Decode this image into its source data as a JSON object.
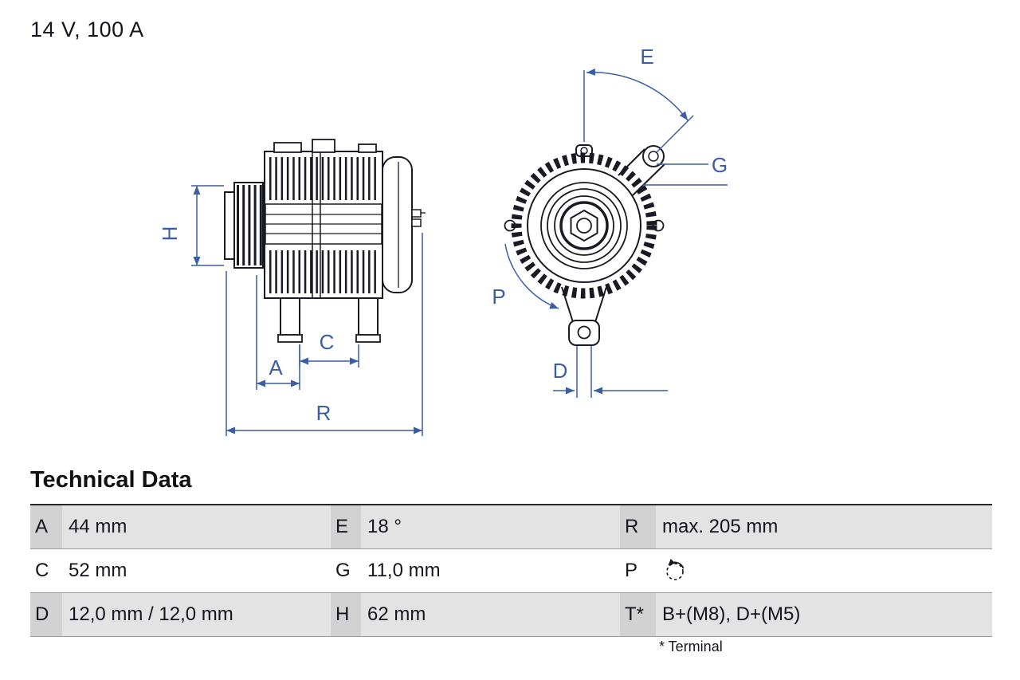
{
  "header": {
    "rating": "14 V, 100 A"
  },
  "drawing": {
    "labels": {
      "H": "H",
      "A": "A",
      "C": "C",
      "R": "R",
      "E": "E",
      "G": "G",
      "P": "P",
      "D": "D"
    }
  },
  "technical_data": {
    "title": "Technical Data",
    "rows": [
      {
        "cells": [
          {
            "key": "A",
            "value": "44 mm"
          },
          {
            "key": "E",
            "value": "18 °"
          },
          {
            "key": "R",
            "value": "max. 205 mm"
          }
        ]
      },
      {
        "cells": [
          {
            "key": "C",
            "value": "52 mm"
          },
          {
            "key": "G",
            "value": "11,0 mm"
          },
          {
            "key": "P",
            "value_icon": "counterclockwise-rotation-icon"
          }
        ]
      },
      {
        "cells": [
          {
            "key": "D",
            "value": "12,0 mm / 12,0 mm"
          },
          {
            "key": "H",
            "value": "62 mm"
          },
          {
            "key": "T*",
            "value": "B+(M8), D+(M5)"
          }
        ]
      }
    ],
    "footnote": "* Terminal"
  },
  "colors": {
    "dimension_blue": "#3A5DA4",
    "part_line": "#1A1A24",
    "row_key_gray": "#D2D2D2",
    "row_value_gray": "#E3E3E3"
  }
}
